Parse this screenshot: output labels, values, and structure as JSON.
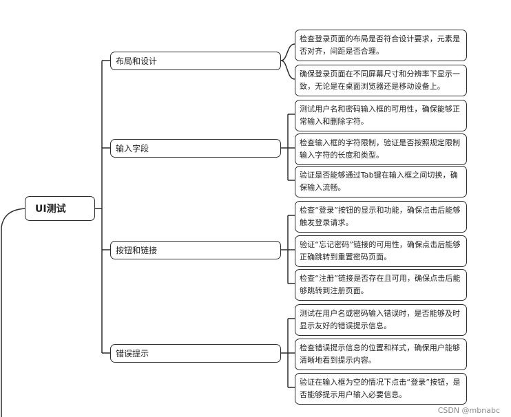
{
  "root": {
    "label": "UI测试"
  },
  "branches": [
    {
      "label": "布局和设计"
    },
    {
      "label": "输入字段"
    },
    {
      "label": "按钮和链接"
    },
    {
      "label": "错误提示"
    }
  ],
  "leaves": [
    {
      "text": "检查登录页面的布局是否符合设计要求，元素是否对齐，间距是否合理。"
    },
    {
      "text": "确保登录页面在不同屏幕尺寸和分辨率下显示一致，无论是在桌面浏览器还是移动设备上。"
    },
    {
      "text": "测试用户名和密码输入框的可用性，确保能够正常输入和删除字符。"
    },
    {
      "text": "检查输入框的字符限制，验证是否按照规定限制输入字符的长度和类型。"
    },
    {
      "text": "验证是否能够通过Tab键在输入框之间切换，确保输入流畅。"
    },
    {
      "text": "检查“登录”按钮的显示和功能，确保点击后能够触发登录请求。"
    },
    {
      "text": "验证“忘记密码”链接的可用性，确保点击后能够正确跳转到重置密码页面。"
    },
    {
      "text": "检查“注册”链接是否存在且可用，确保点击后能够跳转到注册页面。"
    },
    {
      "text": "测试在用户名或密码输入错误时，是否能够及时显示友好的错误提示信息。"
    },
    {
      "text": "检查错误提示信息的位置和样式，确保用户能够清晰地看到提示内容。"
    },
    {
      "text": "验证在输入框为空的情况下点击“登录”按钮，是否能够提示用户输入必要信息。"
    }
  ],
  "watermark": "CSDN @mbnabc"
}
